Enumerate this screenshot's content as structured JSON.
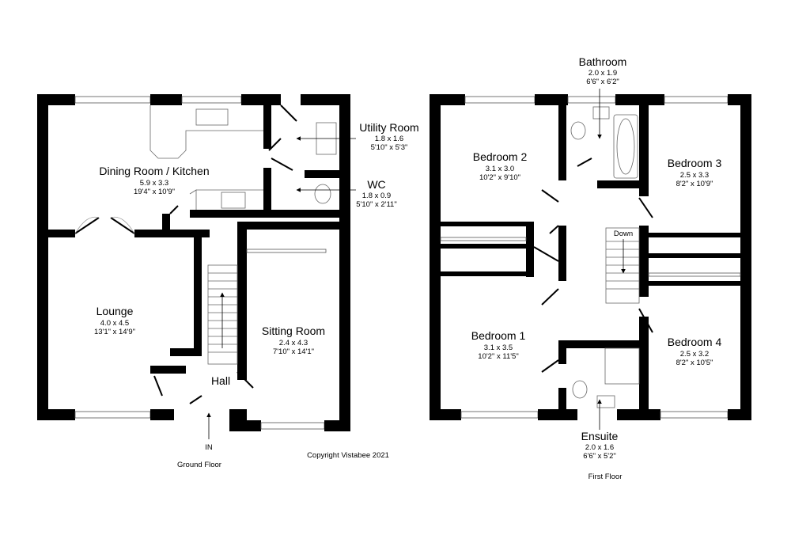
{
  "ground_floor": {
    "caption": "Ground Floor",
    "entry_label": "IN",
    "rooms": [
      {
        "name": "Dining Room / Kitchen",
        "metric": "5.9 x 3.3",
        "imperial": "19'4\" x 10'9\""
      },
      {
        "name": "Utility Room",
        "metric": "1.8 x 1.6",
        "imperial": "5'10\" x 5'3\""
      },
      {
        "name": "WC",
        "metric": "1.8 x 0.9",
        "imperial": "5'10\" x 2'11\""
      },
      {
        "name": "Lounge",
        "metric": "4.0 x 4.5",
        "imperial": "13'1\" x 14'9\""
      },
      {
        "name": "Sitting Room",
        "metric": "2.4 x 4.3",
        "imperial": "7'10\" x 14'1\""
      },
      {
        "name": "Hall"
      }
    ]
  },
  "first_floor": {
    "caption": "First Floor",
    "stairs_label": "Down",
    "rooms": [
      {
        "name": "Bathroom",
        "metric": "2.0 x 1.9",
        "imperial": "6'6\" x 6'2\""
      },
      {
        "name": "Bedroom 2",
        "metric": "3.1 x 3.0",
        "imperial": "10'2\" x 9'10\""
      },
      {
        "name": "Bedroom 3",
        "metric": "2.5 x 3.3",
        "imperial": "8'2\" x 10'9\""
      },
      {
        "name": "Bedroom 1",
        "metric": "3.1 x 3.5",
        "imperial": "10'2\" x 11'5\""
      },
      {
        "name": "Bedroom 4",
        "metric": "2.5 x 3.2",
        "imperial": "8'2\" x 10'5\""
      },
      {
        "name": "Ensuite",
        "metric": "2.0 x 1.6",
        "imperial": "6'6\" x 5'2\""
      }
    ]
  },
  "copyright": "Copyright Vistabee 2021"
}
